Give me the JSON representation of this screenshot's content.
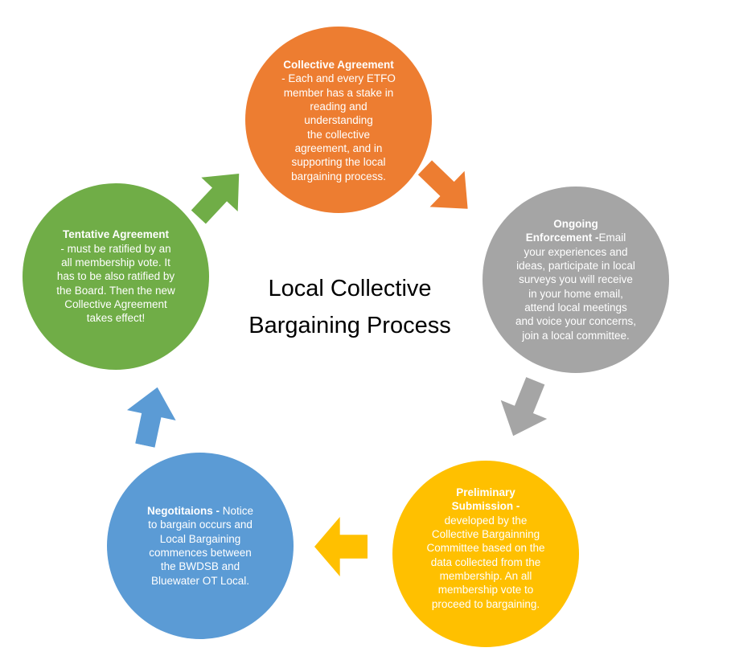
{
  "title": {
    "line1": "Local Collective",
    "line2": "Bargaining Process"
  },
  "steps": [
    {
      "id": "collective-agreement",
      "color": "#ED7D31",
      "heading": "Collective Agreement",
      "body": "\n- Each and every ETFO\nmember has a stake in\nreading and\nunderstanding\nthe collective\nagreement, and in\nsupporting the local\nbargaining process."
    },
    {
      "id": "ongoing-enforcement",
      "color": "#A5A5A5",
      "heading": "Ongoing\nEnforcement -",
      "body": "Email\nyour experiences and\nideas, participate in local\nsurveys you will receive\nin your home email,\nattend local meetings\nand voice your concerns,\njoin a local committee."
    },
    {
      "id": "preliminary-submission",
      "color": "#FFC000",
      "heading": "Preliminary\nSubmission -",
      "body": "\ndeveloped by the\nCollective Bargainning\nCommittee based on the\ndata collected from the\nmembership. An all\nmembership vote to\nproceed to bargaining."
    },
    {
      "id": "negotiations",
      "color": "#5B9BD5",
      "heading": "Negotitaions - ",
      "body": "Notice\nto bargain occurs and\nLocal Bargaining\ncommences between\nthe BWDSB and\nBluewater OT Local."
    },
    {
      "id": "tentative-agreement",
      "color": "#70AD47",
      "heading": "Tentative Agreement",
      "body": "\n- must be ratified by an\nall membership vote. It\nhas to be also ratified by\nthe Board. Then the new\nCollective Agreement\ntakes effect!"
    }
  ],
  "arrows": [
    {
      "id": "tentative-to-collective",
      "color": "#70AD47",
      "direction": "up-right"
    },
    {
      "id": "collective-to-enforcement",
      "color": "#ED7D31",
      "direction": "down-right"
    },
    {
      "id": "enforcement-to-preliminary",
      "color": "#A5A5A5",
      "direction": "down-left"
    },
    {
      "id": "preliminary-to-negotiations",
      "color": "#FFC000",
      "direction": "left"
    },
    {
      "id": "negotiations-to-tentative",
      "color": "#5B9BD5",
      "direction": "up"
    }
  ],
  "palette": {
    "orange": "#ED7D31",
    "gray": "#A5A5A5",
    "gold": "#FFC000",
    "blue": "#5B9BD5",
    "green": "#70AD47",
    "title_text": "#000000",
    "circle_text": "#FFFFFF",
    "background": "#FFFFFF"
  }
}
